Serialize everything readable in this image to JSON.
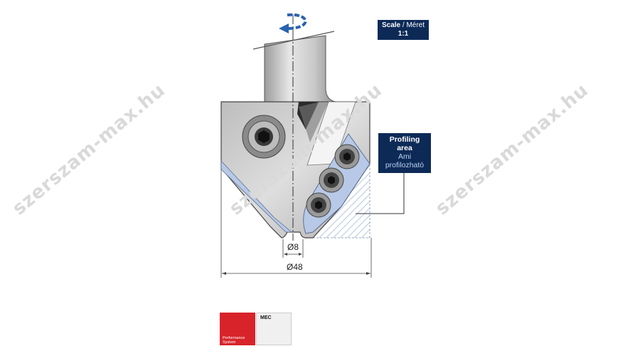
{
  "scale": {
    "label": "Scale",
    "separator": " / ",
    "label_hu": "Méret",
    "value": "1:1"
  },
  "profiling": {
    "line1": "Profiling",
    "line2": "area",
    "line3": "Ami",
    "line4": "profilozható"
  },
  "dimensions": {
    "inner": "Ø8",
    "outer": "Ø48"
  },
  "watermark": "szerszam-max.hu",
  "badges": {
    "performance_line1": "Performance",
    "performance_line2": "System",
    "mec_label": "MEC"
  },
  "colors": {
    "navy": "#0d2a57",
    "rotation_arrow": "#2a62b0",
    "tool_gray": "#cfcfcf",
    "insert_blue": "#b7c9e6",
    "badge_red": "#d8232a"
  },
  "icons": [
    "rotation-arrow-icon",
    "performance-system-badge",
    "mec-badge"
  ]
}
